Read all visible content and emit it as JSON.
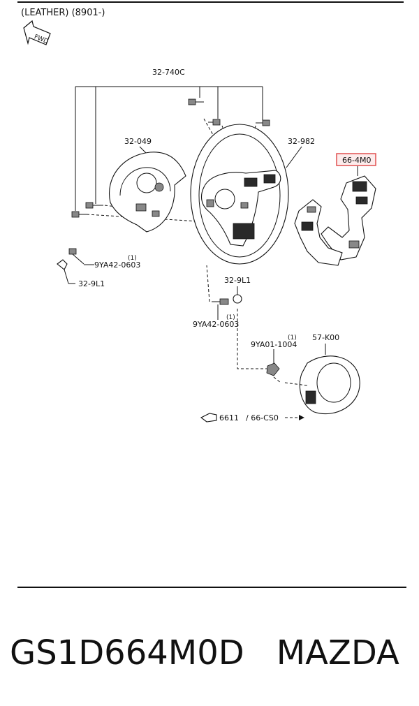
{
  "header": {
    "title": "(LEATHER) (8901-)",
    "fwd": "FWD"
  },
  "labels": {
    "p32_740C": "32-740C",
    "p32_049": "32-049",
    "p32_982": "32-982",
    "p66_4M0": "66-4M0",
    "p9YA42_0603_a": "9YA42-0603",
    "qty_a": "(1)",
    "p32_9L1_a": "32-9L1",
    "p32_9L1_b": "32-9L1",
    "qty_b": "(1)",
    "p9YA42_0603_b": "9YA42-0603",
    "qty_c": "(1)",
    "p9YA01_1004": "9YA01-1004",
    "p57_K00": "57-K00",
    "ref_6611": "6611",
    "ref_66_CS0": "/ 66-CS0"
  },
  "highlight_color": "#e05050",
  "footer": {
    "part_number": "GS1D664M0D",
    "brand": "MAZDA"
  }
}
